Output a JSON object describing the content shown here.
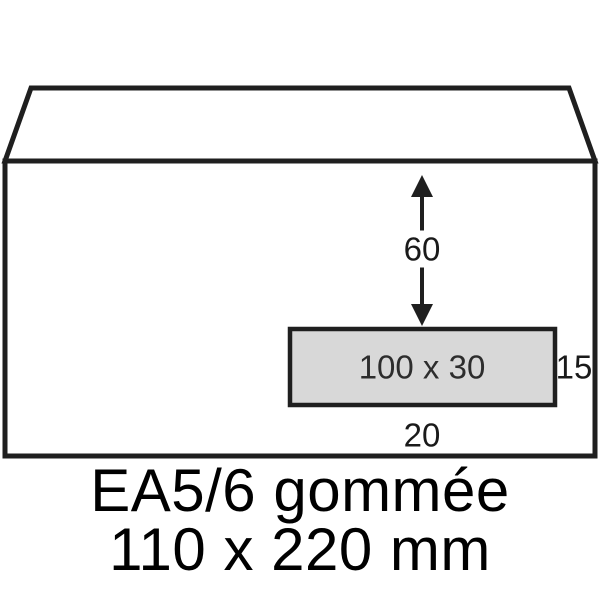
{
  "diagram": {
    "top_offset": "60",
    "window_size": "100 x 30",
    "right_offset": "15",
    "bottom_offset": "20"
  },
  "caption": {
    "title": "EA5/6 gommée",
    "dimensions": "110 x 220 mm"
  },
  "colors": {
    "line": "#1f1f1f",
    "window_fill": "#d8d8d8",
    "background": "#ffffff"
  }
}
